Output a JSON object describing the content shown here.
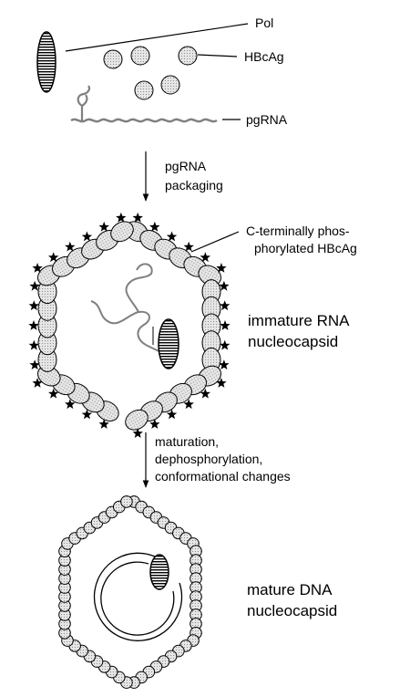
{
  "labels": {
    "pol": "Pol",
    "hbcag": "HBcAg",
    "pgrna": "pgRNA",
    "step1_line1": "pgRNA",
    "step1_line2": "packaging",
    "phospho_line1": "C-terminally phos-",
    "phospho_line2": "phorylated HBcAg",
    "immature_line1": "immature RNA",
    "immature_line2": "nucleocapsid",
    "step2_line1": "maturation,",
    "step2_line2": "dephosphorylation,",
    "step2_line3": "conformational changes",
    "mature_line1": "mature DNA",
    "mature_line2": "nucleocapsid"
  },
  "colors": {
    "dotted_fill": "#dcdcdc",
    "stroke": "#000000",
    "rna": "#808080"
  }
}
